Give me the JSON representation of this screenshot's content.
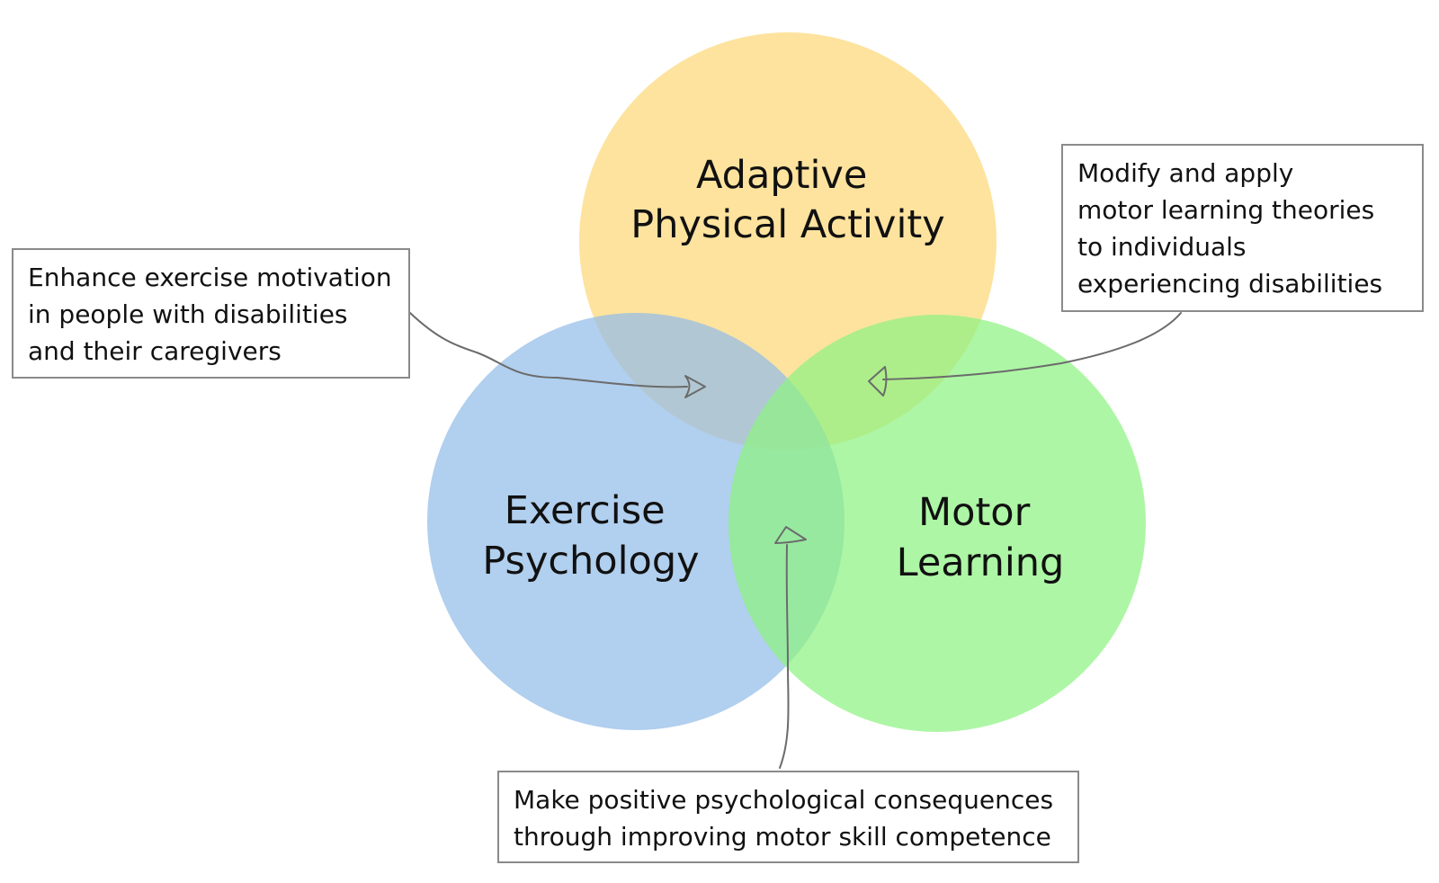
{
  "circles": {
    "adaptive": {
      "lines": [
        "Adaptive",
        "Physical Activity"
      ],
      "color": "#fcd878"
    },
    "exercise": {
      "lines": [
        "Exercise",
        "Psychology"
      ],
      "color": "#93bde8"
    },
    "motor": {
      "lines": [
        "Motor",
        "Learning"
      ],
      "color": "#8ef282"
    }
  },
  "callouts": {
    "left": {
      "lines": [
        "Enhance exercise motivation",
        "in people with disabilities",
        "and their caregivers"
      ]
    },
    "right": {
      "lines": [
        "Modify and apply",
        "motor learning theories",
        "to individuals",
        "experiencing disabilities"
      ]
    },
    "bottom": {
      "lines": [
        "Make positive psychological consequences",
        "through improving motor skill competence"
      ]
    }
  },
  "colors": {
    "border": "#8a8a8a",
    "arrow": "#6b6b6b",
    "text": "#111111"
  }
}
